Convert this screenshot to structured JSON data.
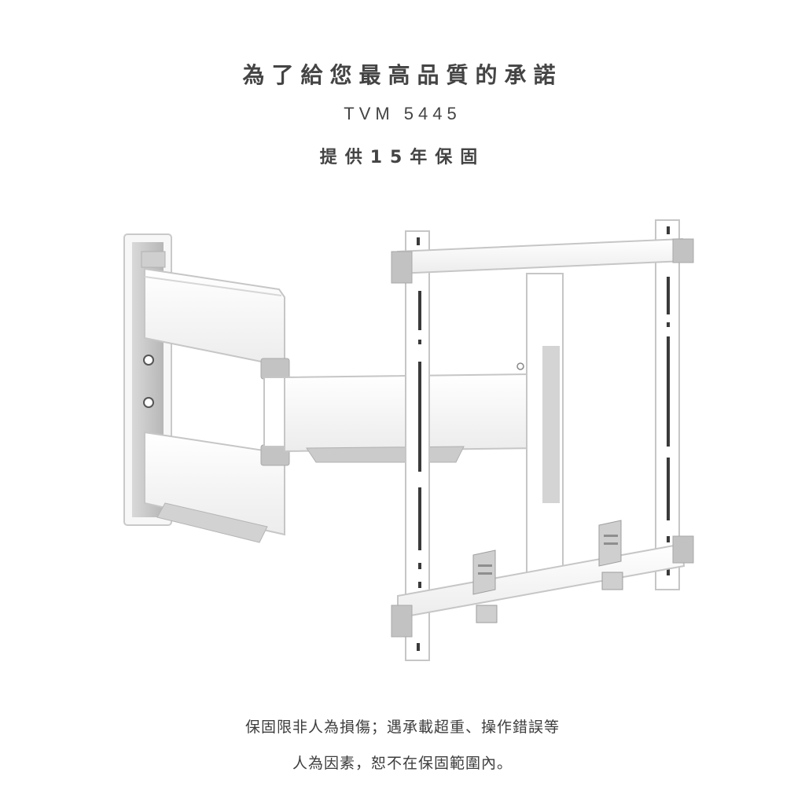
{
  "header": {
    "tagline": "為了給您最高品質的承諾",
    "model": "TVM 5445",
    "warranty": "提供15年保固"
  },
  "footer": {
    "note_line1": "保固限非人為損傷；遇承載超重、操作錯誤等",
    "note_line2": "人為因素，恕不在保固範圍內。"
  },
  "product": {
    "icon": "tv-wall-mount-illustration",
    "colors": {
      "body": "#ffffff",
      "outline": "#c9c9c9",
      "accent_grey": "#bdbdbd",
      "hole": "#3a3a3a"
    }
  }
}
